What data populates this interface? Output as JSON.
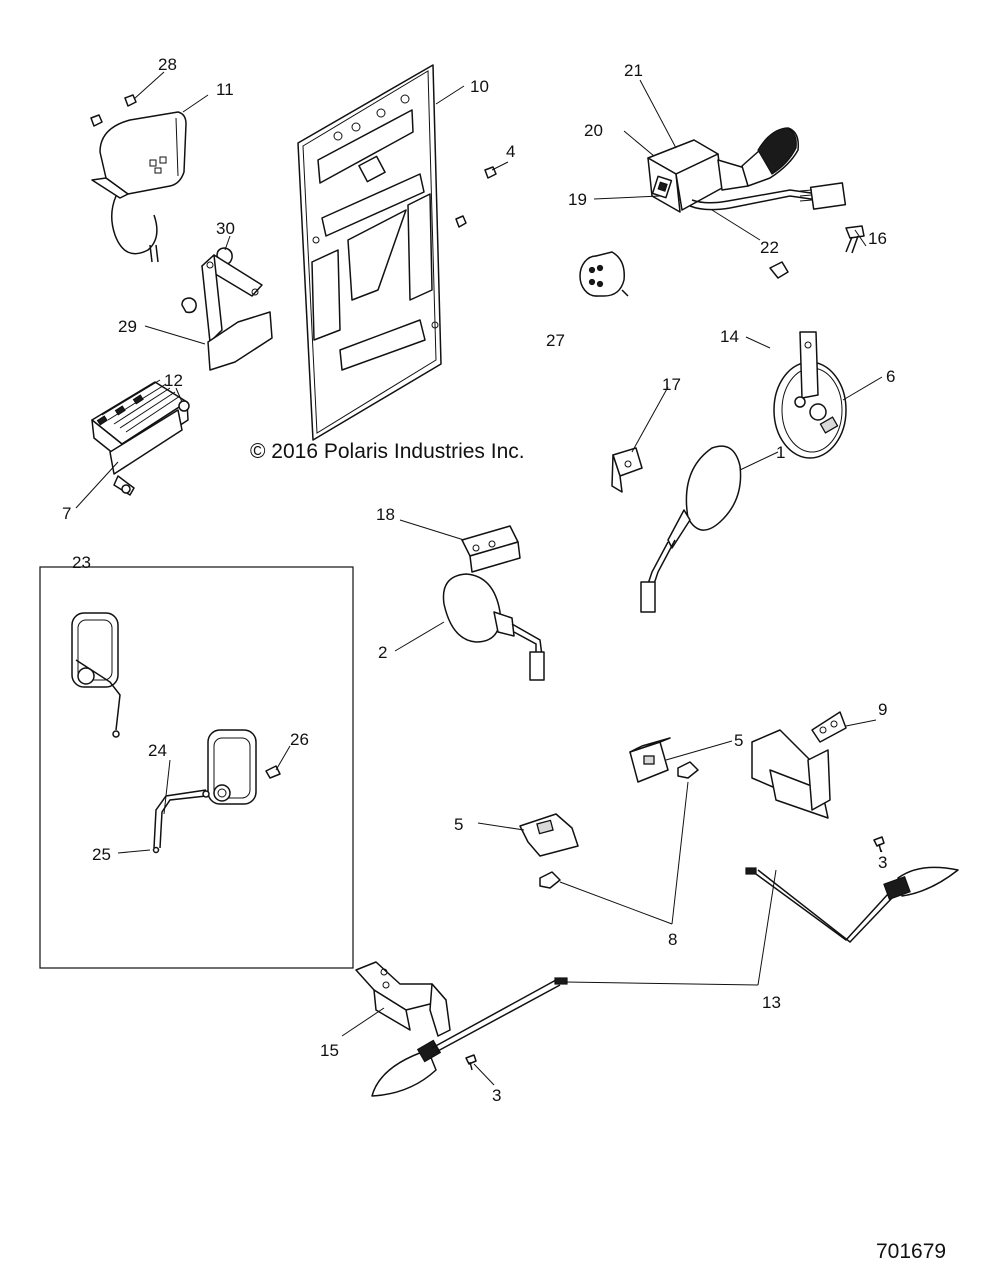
{
  "copyright": "© 2016 Polaris Industries Inc.",
  "document_number": "701679",
  "callouts": {
    "c1": "1",
    "c2": "2",
    "c3a": "3",
    "c3b": "3",
    "c4": "4",
    "c5a": "5",
    "c5b": "5",
    "c6": "6",
    "c7": "7",
    "c8": "8",
    "c9": "9",
    "c10": "10",
    "c11": "11",
    "c12": "12",
    "c13": "13",
    "c14": "14",
    "c15": "15",
    "c16": "16",
    "c17": "17",
    "c18": "18",
    "c19": "19",
    "c20": "20",
    "c21": "21",
    "c22": "22",
    "c23": "23",
    "c24": "24",
    "c25": "25",
    "c26": "26",
    "c27": "27",
    "c28": "28",
    "c29": "29",
    "c30": "30"
  }
}
